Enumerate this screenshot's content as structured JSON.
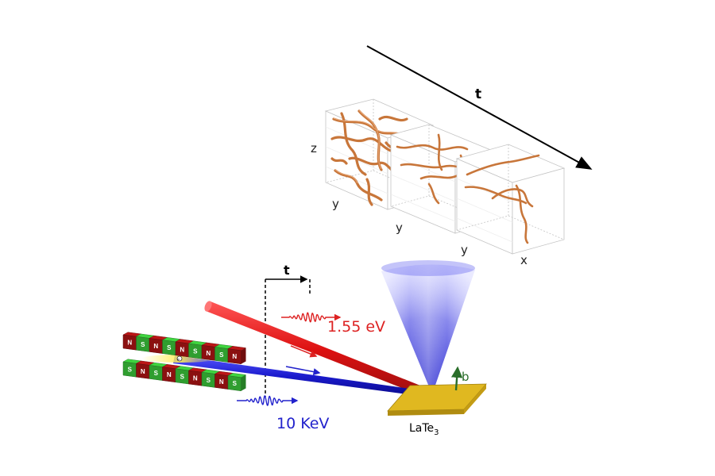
{
  "labels": {
    "time_top": "t",
    "time_bottom": "t",
    "axis_z": "z",
    "axis_y_1": "y",
    "axis_y_2": "y",
    "axis_y_3": "y",
    "axis_x": "x",
    "pump_energy": "1.55 eV",
    "probe_energy": "10 KeV",
    "sample_main": "LaTe",
    "sample_sub": "3",
    "vector_b": "b",
    "electron": "e"
  },
  "undulator": {
    "top_row": [
      "N",
      "S",
      "N",
      "S",
      "N",
      "S",
      "N",
      "S",
      "N"
    ],
    "bottom_row": [
      "S",
      "N",
      "S",
      "N",
      "S",
      "N",
      "S",
      "N",
      "S"
    ]
  },
  "colors": {
    "pump": "#dd2222",
    "probe": "#2222cc",
    "filament": "#c8763a",
    "magnet_red": "#8b1010",
    "magnet_green": "#2f9e2f",
    "sample": "#d8b020",
    "vector": "#2a6e2a"
  }
}
